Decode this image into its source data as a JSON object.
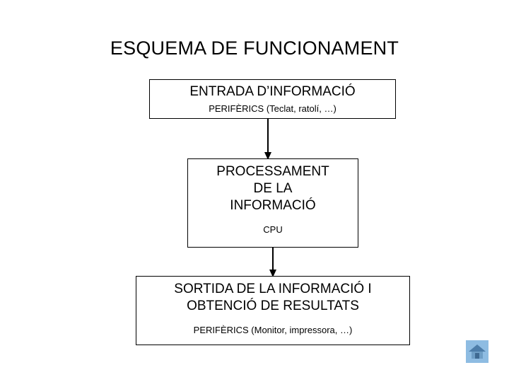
{
  "slide": {
    "title": "ESQUEMA DE FUNCIONAMENT",
    "background_color": "#ffffff",
    "text_color": "#000000",
    "border_color": "#000000"
  },
  "diagram": {
    "type": "flowchart",
    "direction": "top-to-bottom",
    "boxes": [
      {
        "id": "entrada",
        "heading": "ENTRADA D’INFORMACIÓ",
        "subtitle": "PERIFÈRICS (Teclat, ratolí, …)"
      },
      {
        "id": "processament",
        "heading": "PROCESSAMENT\nDE LA\nINFORMACIÓ",
        "subtitle": "CPU"
      },
      {
        "id": "sortida",
        "heading": "SORTIDA DE LA INFORMACIÓ I\nOBTENCIÓ DE RESULTATS",
        "subtitle": "PERIFÈRICS (Monitor, impressora, …)"
      }
    ],
    "arrows": [
      {
        "id": "arrow-entrada-processament",
        "from": "entrada",
        "to": "processament",
        "direction": "down"
      },
      {
        "id": "arrow-processament-sortida",
        "from": "processament",
        "to": "sortida",
        "direction": "down"
      }
    ]
  },
  "controls": {
    "home_button": {
      "icon": "home-icon",
      "background_color": "#8ebce2",
      "icon_color": "#4a7aa7"
    }
  }
}
